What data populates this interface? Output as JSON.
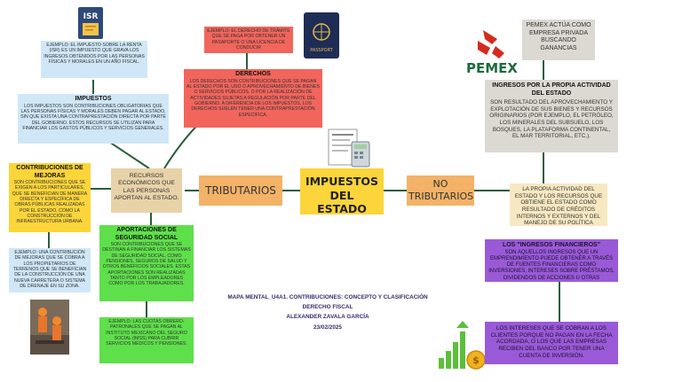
{
  "center": {
    "title": "IMPUESTOS DEL ESTADO"
  },
  "branches": {
    "tributarios": "TRIBUTARIOS",
    "no_tributarios": "NO TRIBUTARIOS"
  },
  "recursos": "RECURSOS ECONÓMICOS QUE LAS PERSONAS APORTAN AL ESTADO.",
  "isr_example": "EJEMPLO: EL IMPUESTO SOBRE LA RENTA (ISR) ES UN IMPUESTO QUE GRAVA LOS INGRESOS OBTENIDOS POR LAS PERSONAS FÍSICAS Y MORALES EN UN AÑO FISCAL.",
  "impuestos": {
    "title": "IMPUESTOS",
    "body": "LOS IMPUESTOS SON CONTRIBUCIONES OBLIGATORIAS QUE LAS PERSONAS FÍSICAS Y MORALES DEBEN PAGAR AL ESTADO, SIN QUE EXISTA UNA CONTRAPRESTACIÓN DIRECTA POR PARTE DEL GOBIERNO. ESTOS RECURSOS SE UTILIZAN PARA FINANCIAR LOS GASTOS PÚBLICOS Y SERVICIOS GENERALES."
  },
  "mejoras": {
    "title": "CONTRIBUCIONES DE MEJORAS",
    "body": "SON CONTRIBUCIONES QUE SE EXIGEN A LOS PARTICULARES, QUE SE BENEFICIAN DE MANERA DIRECTA Y ESPECÍFICA DE OBRAS PÚBLICAS REALIZADAS POR EL ESTADO, COMO LA CONSTRUCCIÓN DE INFRAESTRUCTURA URBANA."
  },
  "mejoras_example": "EJEMPLO: UNA CONTRIBUCIÓN DE MEJORAS QUE SE COBRA A LOS PROPIETARIOS DE TERRENOS QUE SE BENEFICIAN DE LA CONSTRUCCIÓN DE UNA NUEVA CARRETERA O SISTEMA DE DRENAJE EN SU ZONA.",
  "derecho_example": "EJEMPLO: EL DERECHO DE TRÁMITE QUE SE PAGA POR OBTENER UN PASAPORTE O UNA LICENCIA DE CONDUCIR",
  "derechos": {
    "title": "DERECHOS",
    "body": "LOS DERECHOS SON CONTRIBUCIONES QUE SE PAGAN AL ESTADO POR EL USO O APROVECHAMIENTO DE BIENES O SERVICIOS PÚBLICOS, O POR LA REALIZACIÓN DE ACTIVIDADES SUJETAS A REGULACIÓN POR PARTE DEL GOBIERNO. A DIFERENCIA DE LOS IMPUESTOS, LOS DERECHOS SUELEN TENER UNA CONTRAPRESTACIÓN ESPECÍFICA."
  },
  "seguridad": {
    "title": "APORTACIONES DE SEGURIDAD SOCIAL",
    "body": "SON CONTRIBUCIONES QUE SE DESTINAN A FINANCIAR LOS SISTEMAS DE SEGURIDAD SOCIAL, COMO PENSIONES, SEGUROS DE SALUD Y OTROS BENEFICIOS SOCIALES. ESTAS APORTACIONES SON REALIZADAS TANTO POR LOS EMPLEADORES COMO POR LOS TRABAJADORES."
  },
  "seguridad_example": "EJEMPLO: LAS CUOTAS OBRERO-PATRONALES QUE SE PAGAN AL INSTITUTO MEXICANO DEL SEGURO SOCIAL (IMSS) PARA CUBRIR SERVICIOS MÉDICOS Y PENSIONES.",
  "pemex": {
    "logo": "PEMEX",
    "note": "PEMEX ACTÚA COMO EMPRESA PRIVADA BUSCANDO GANANCIAS"
  },
  "propia": {
    "title": "INGRESOS POR LA PROPIA ACTIVIDAD DEL ESTADO",
    "body": "SON RESULTADO DEL APROVECHAMIENTO Y EXPLOTACIÓN DE SUS BIENES Y RECURSOS ORIGINARIOS (POR EJEMPLO, EL PETRÓLEO, LOS MINERALES DEL SUBSUELO, LOS BOSQUES, LA PLATAFORMA CONTINENTAL, EL MAR TERRITORIAL, ETC.)."
  },
  "propia_summary": "LA PROPIA ACTIVIDAD DEL ESTADO Y LOS RECURSOS QUE OBTIENE EL ESTADO COMO RESULTADO DE CRÉDITOS INTERNOS Y EXTERNOS Y DEL MANEJO DE SU POLÍTICA MONETARIA.",
  "financieros": {
    "title": "LOS \"INGRESOS FINANCIEROS\"",
    "body": "SON AQUELLOS INGRESOS QUE UN EMPRENDIMIENTO PUEDE OBTENER A TRAVÉS DE FUENTES FINANCIERAS COMO INVERSIONES, INTERESES SOBRE PRÉSTAMOS, DIVIDENDOS DE ACCIONES U OTRAS TRANSACCIONES FINANCIERAS."
  },
  "intereses": "LOS INTERESES QUE SE COBRAN A LOS CLIENTES PORQUE NO PAGAN EN LA FECHA ACORDADA, O LOS QUE LAS EMPRESAS RECIBEN DEL BANCO POR TENER UNA CUENTA DE INVERSIÓN.",
  "icons": {
    "isr_label": "ISR",
    "passport_label": "PASSPORT"
  },
  "footer": {
    "line1": "MAPA MENTAL_U4A1. CONTRIBUCIONES: CONCEPTO Y CLASIFICACIÓN",
    "line2": "DERECHO FISCAL",
    "line3": "ALEXANDER ZAVALA GARCÍA",
    "line4": "23/02/2025"
  },
  "colors": {
    "orange": "#f3b267",
    "tan": "#e8d2a8",
    "lightblue": "#cfe7f7",
    "yellow": "#fbd53a",
    "green": "#5ee04a",
    "red": "#f2655c",
    "gray": "#dcd9d2",
    "cream": "#f7e8c2",
    "purple": "#9a5ad8",
    "line": "#2c5e3c"
  }
}
